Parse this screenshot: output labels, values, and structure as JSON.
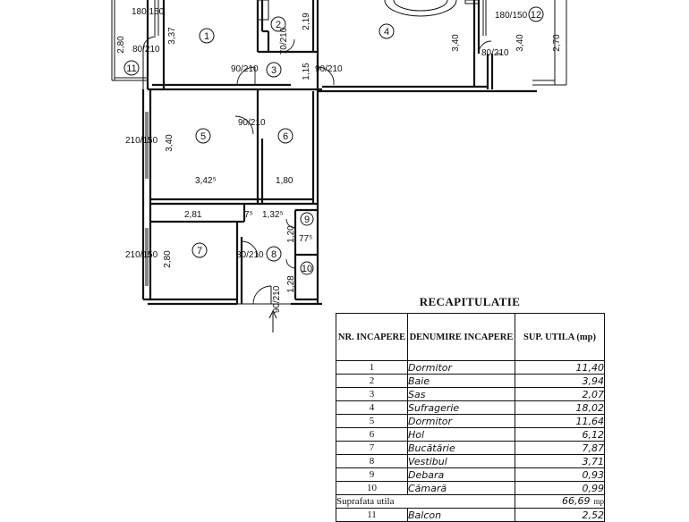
{
  "plan": {
    "room_numbers": [
      "1",
      "2",
      "3",
      "4",
      "5",
      "6",
      "7",
      "8",
      "9",
      "10",
      "11",
      "12"
    ],
    "dimensions": {
      "w_top_left": "180/150",
      "h_room1": "3,37",
      "h_balcony_left": "2,80",
      "door_80_210_a": "80/210",
      "door_70_210": "70/210",
      "h_bath": "2,19",
      "door_90_210_a": "90/210",
      "h_sas": "1,15",
      "door_90_210_b": "90/210",
      "h_living_a": "3,40",
      "w_top_right": "180/150",
      "door_80_210_b": "80/210",
      "h_living_b": "3,40",
      "h_balcony_right": "2,70",
      "door_90_210_c": "90/210",
      "win_mid_left": "210/150",
      "h_room5": "3,40",
      "w_room5": "3,42⁵",
      "w_hall": "1,80",
      "w_kitchen": "2,81",
      "w_hall_small": "7⁵",
      "w_vest": "1,32⁵",
      "h_pantry_a": "1,20",
      "h_pantry_b": "77⁵",
      "win_bottom_left": "210/150",
      "h_kitchen": "2,80",
      "door_80_210_c": "80/210",
      "door_entry": "90/210",
      "h_camara": "1,28"
    }
  },
  "recap": {
    "title": "RECAPITULATIE",
    "headers": {
      "nr": "NR. INCAPERE",
      "name": "DENUMIRE INCAPERE",
      "sup": "SUP. UTILA (mp)"
    },
    "rows": [
      {
        "nr": "1",
        "name": "Dormitor",
        "area": "11,40"
      },
      {
        "nr": "2",
        "name": "Baie",
        "area": "3,94"
      },
      {
        "nr": "3",
        "name": "Sas",
        "area": "2,07"
      },
      {
        "nr": "4",
        "name": "Sufragerie",
        "area": "18,02"
      },
      {
        "nr": "5",
        "name": "Dormitor",
        "area": "11,64"
      },
      {
        "nr": "6",
        "name": "Hol",
        "area": "6,12"
      },
      {
        "nr": "7",
        "name": "Bucătărie",
        "area": "7,87"
      },
      {
        "nr": "8",
        "name": "Vestibul",
        "area": "3,71"
      },
      {
        "nr": "9",
        "name": "Debara",
        "area": "0,93"
      },
      {
        "nr": "10",
        "name": "Cămară",
        "area": "0,99"
      }
    ],
    "total_label": "Suprafata utila",
    "total_value": "66,69",
    "total_unit": "mp",
    "extra_rows": [
      {
        "nr": "11",
        "name": "Balcon",
        "area": "2,52"
      }
    ]
  }
}
